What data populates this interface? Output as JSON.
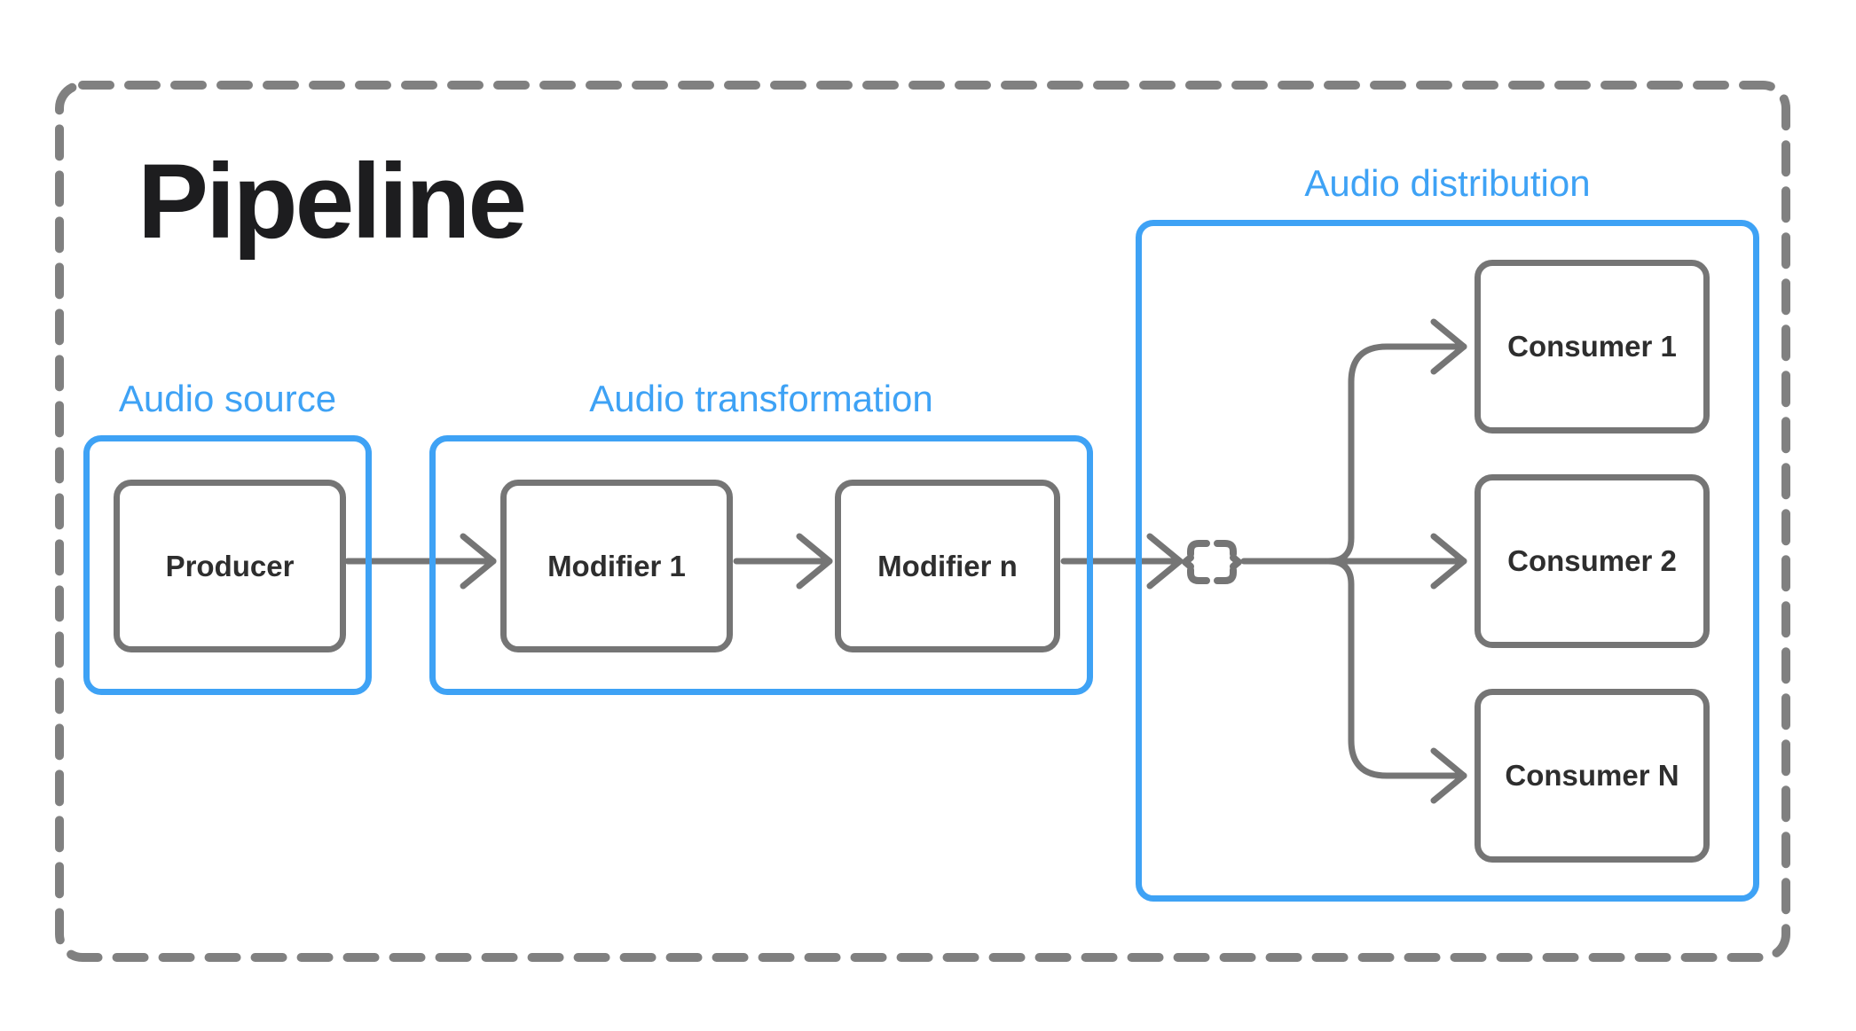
{
  "title": "Pipeline",
  "colors": {
    "accent_blue": "#3ea2f5",
    "line_gray": "#757575",
    "dash_gray": "#808080",
    "title_color": "#1d1d1f",
    "box_text_color": "#2e2e2e",
    "background": "#ffffff"
  },
  "groups": {
    "source": {
      "label": "Audio source",
      "nodes": [
        {
          "id": "producer",
          "label": "Producer"
        }
      ]
    },
    "transformation": {
      "label": "Audio transformation",
      "nodes": [
        {
          "id": "modifier-1",
          "label": "Modifier 1"
        },
        {
          "id": "modifier-n",
          "label": "Modifier n"
        }
      ]
    },
    "distribution": {
      "label": "Audio distribution",
      "nodes": [
        {
          "id": "consumer-1",
          "label": "Consumer 1"
        },
        {
          "id": "consumer-2",
          "label": "Consumer 2"
        },
        {
          "id": "consumer-n",
          "label": "Consumer N"
        }
      ]
    }
  },
  "icons": {
    "splitter": "curly-braces-icon"
  },
  "edges": [
    "Producer -> Modifier 1",
    "Modifier 1 -> Modifier n",
    "Modifier n -> splitter",
    "splitter -> Consumer 1",
    "splitter -> Consumer 2",
    "splitter -> Consumer N"
  ]
}
